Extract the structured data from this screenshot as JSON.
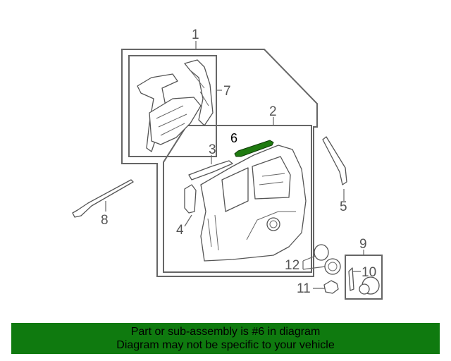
{
  "diagram": {
    "callouts": [
      "1",
      "2",
      "3",
      "4",
      "5",
      "6",
      "7",
      "8",
      "9",
      "10",
      "11",
      "12"
    ],
    "highlight_color": "#1f7a10"
  },
  "banner": {
    "line1": "Part or sub-assembly is #6 in diagram",
    "line2": "Diagram may not be specific to your vehicle",
    "background": "#0f7a0f"
  }
}
